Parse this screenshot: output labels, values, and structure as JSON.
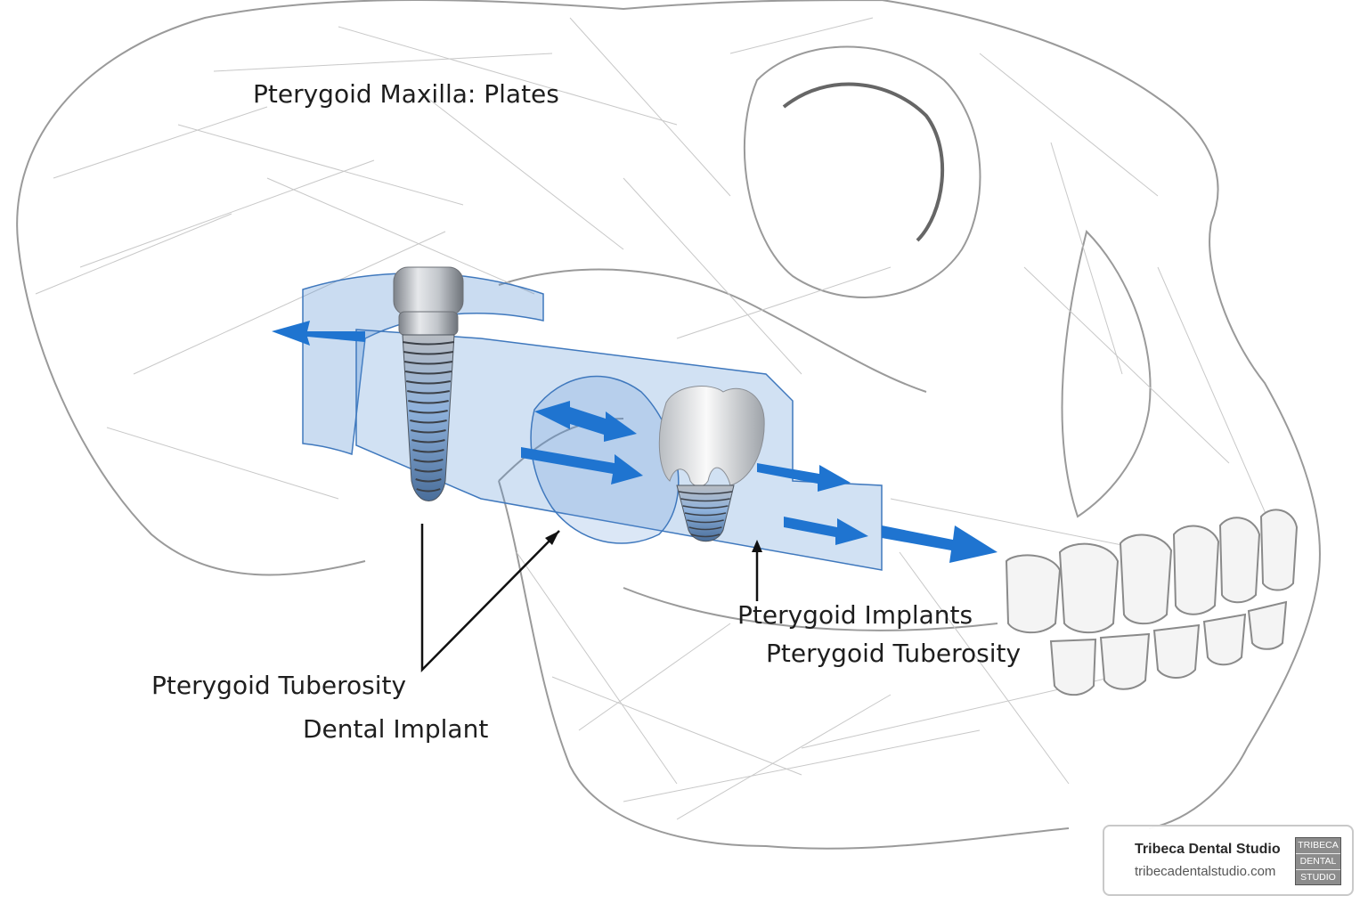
{
  "labels": {
    "title": "Pterygoid Maxilla: Plates",
    "pterygoid_tuberosity_left": "Pterygoid Tuberosity",
    "dental_implant": "Dental Implant",
    "pterygoid_implants": "Pterygoid Implants",
    "pterygoid_tuberosity_right": "Pterygoid Tuberosity"
  },
  "watermark": {
    "name": "Tribeca Dental Studio",
    "url": "tribecadentalstudio.com",
    "logo_lines": [
      "TRIBECA",
      "DENTAL",
      "STUDIO"
    ]
  },
  "colors": {
    "plate_fill": "#5b93d4",
    "arrow_fill": "#1f74d0",
    "bone_line": "#9a9a9a",
    "implant_metal": "#a9adb3",
    "text": "#1e1e1e"
  }
}
